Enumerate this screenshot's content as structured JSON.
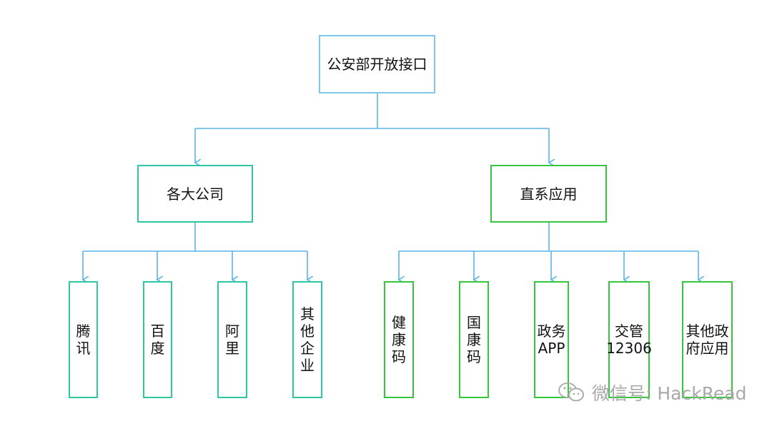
{
  "root": {
    "label": "公安部开放接口"
  },
  "branches": [
    {
      "label": "各大公司",
      "color": "#2ec7a5",
      "children": [
        "腾讯",
        "百度",
        "阿里",
        "其他\n企业"
      ]
    },
    {
      "label": "直系应用",
      "color": "#34c63c",
      "children": [
        "健康\n码",
        "国康\n码",
        "政务\nAPP",
        "交管\n12306",
        "其他政\n府应用"
      ]
    }
  ],
  "watermark": {
    "text": "微信号: HackRead",
    "icon": "wechat-icon"
  },
  "colors": {
    "connector": "#5ab4e8",
    "root_border": "#7fc8e8"
  }
}
